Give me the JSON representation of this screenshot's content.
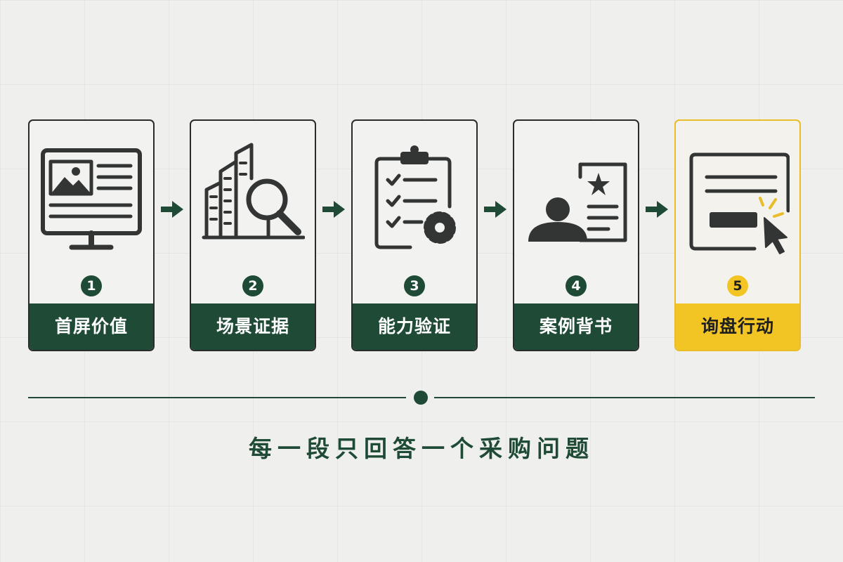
{
  "steps": [
    {
      "number": "1",
      "label": "首屏价值",
      "icon": "monitor-icon"
    },
    {
      "number": "2",
      "label": "场景证据",
      "icon": "building-search-icon"
    },
    {
      "number": "3",
      "label": "能力验证",
      "icon": "clipboard-gear-icon"
    },
    {
      "number": "4",
      "label": "案例背书",
      "icon": "person-certificate-icon"
    },
    {
      "number": "5",
      "label": "询盘行动",
      "icon": "click-form-icon"
    }
  ],
  "caption": "每一段只回答一个采购问题",
  "colors": {
    "primary": "#1e4a36",
    "accent": "#f2c524",
    "icon": "#333534",
    "background": "#efefed"
  }
}
